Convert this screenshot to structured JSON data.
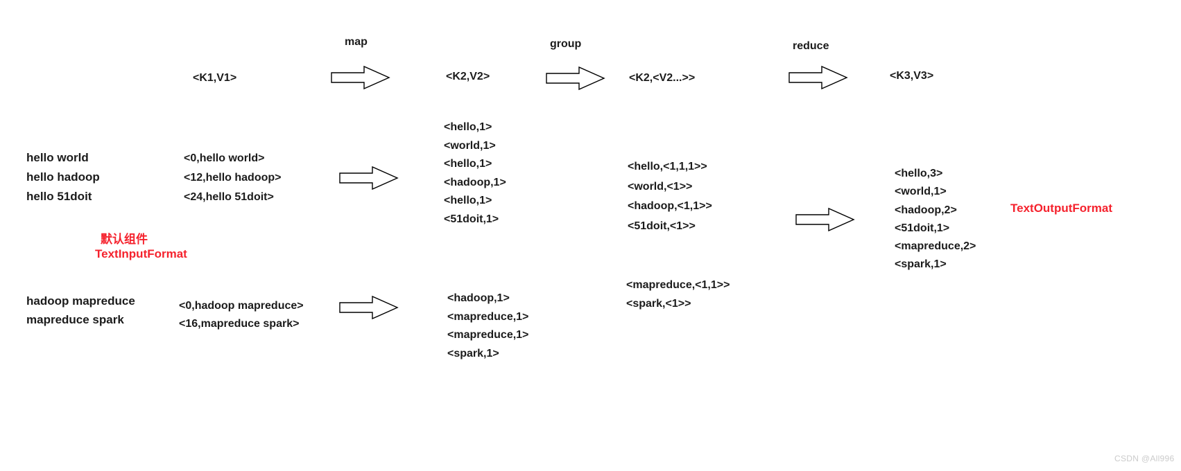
{
  "colors": {
    "accent_red": "#f5222d",
    "text": "#1b1b1b",
    "watermark": "#cbcbcb"
  },
  "pipeline_header": {
    "k1v1": "<K1,V1>",
    "map_label": "map",
    "k2v2": "<K2,V2>",
    "group_label": "group",
    "k2v2_list": "<K2,<V2...>>",
    "reduce_label": "reduce",
    "k3v3": "<K3,V3>"
  },
  "split1": {
    "input_lines": [
      "hello world",
      "hello hadoop",
      "hello 51doit"
    ],
    "kv_lines": [
      "<0,hello world>",
      "<12,hello hadoop>",
      "<24,hello 51doit>"
    ],
    "map_output": [
      "<hello,1>",
      "<world,1>",
      "<hello,1>",
      "<hadoop,1>",
      "<hello,1>",
      "<51doit,1>"
    ],
    "group_output": [
      "<hello,<1,1,1>>",
      "<world,<1>>",
      "<hadoop,<1,1>>",
      "<51doit,<1>>"
    ]
  },
  "split2": {
    "input_lines": [
      "hadoop mapreduce",
      "mapreduce spark"
    ],
    "kv_lines": [
      "<0,hadoop mapreduce>",
      "<16,mapreduce spark>"
    ],
    "map_output": [
      "<hadoop,1>",
      "<mapreduce,1>",
      "<mapreduce,1>",
      "<spark,1>"
    ],
    "group_output": [
      "<mapreduce,<1,1>>",
      "<spark,<1>>"
    ]
  },
  "reduce_output": [
    "<hello,3>",
    "<world,1>",
    "<hadoop,2>",
    "<51doit,1>",
    "<mapreduce,2>",
    "<spark,1>"
  ],
  "annotations": {
    "default_component": "默认组件",
    "input_format": "TextInputFormat",
    "output_format": "TextOutputFormat"
  },
  "watermark": "CSDN @All996"
}
